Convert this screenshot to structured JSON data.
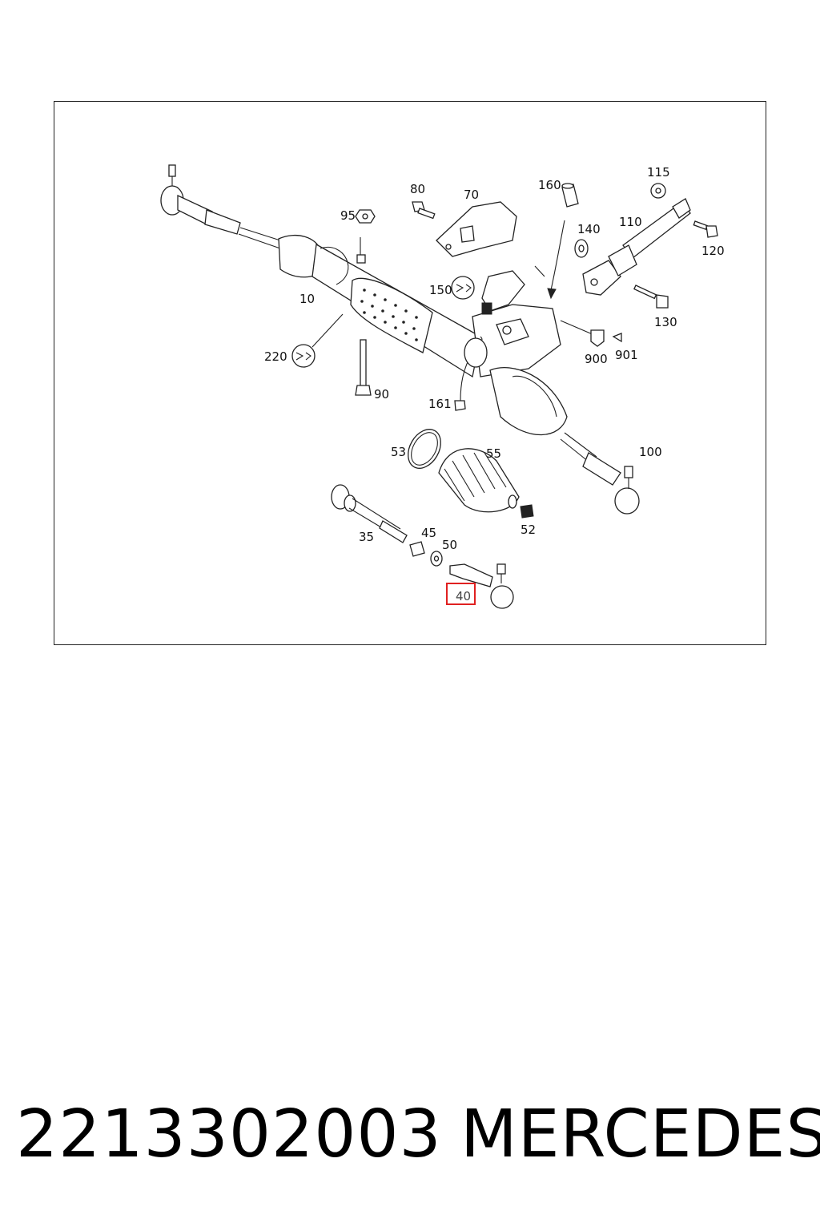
{
  "diagram": {
    "callouts": {
      "c10": "10",
      "c35": "35",
      "c40": "40",
      "c45": "45",
      "c50": "50",
      "c52": "52",
      "c53": "53",
      "c55": "55",
      "c70": "70",
      "c80": "80",
      "c90": "90",
      "c95": "95",
      "c100": "100",
      "c110": "110",
      "c115": "115",
      "c120": "120",
      "c130": "130",
      "c140": "140",
      "c150": "150",
      "c160": "160",
      "c161": "161",
      "c220": "220",
      "c900": "900",
      "c901": "901"
    },
    "highlighted_callout": "40",
    "highlight_color": "#e02020"
  },
  "footer": {
    "part_number": "2213302003",
    "brand": "MERCEDES"
  }
}
